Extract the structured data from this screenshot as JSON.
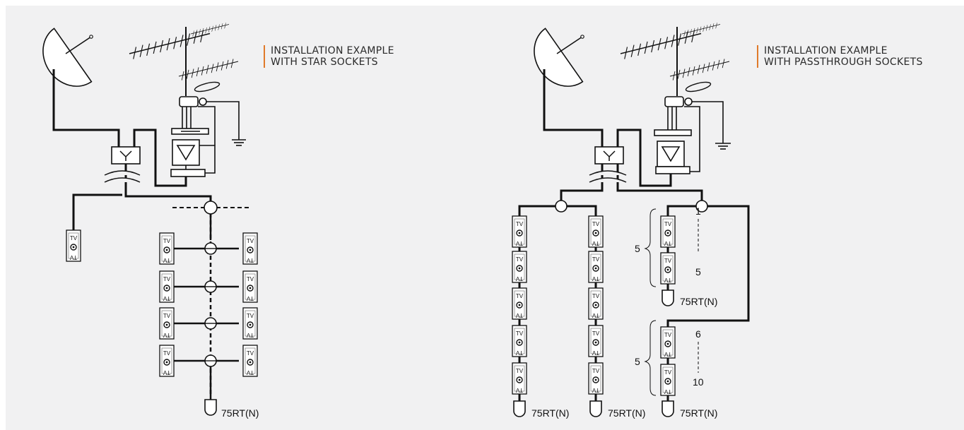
{
  "left_panel": {
    "title_line1": "INSTALLATION EXAMPLE",
    "title_line2": "WITH STAR SOCKETS",
    "terminator_label": "75RT(N)"
  },
  "right_panel": {
    "title_line1": "INSTALLATION EXAMPLE",
    "title_line2": "WITH PASSTHROUGH SOCKETS",
    "terminator_label_1": "75RT(N)",
    "terminator_label_2": "75RT(N)",
    "terminator_label_3": "75RT(N)",
    "terminator_label_4": "75RT(N)",
    "group1_count": "5",
    "group1_start": "1",
    "group1_end": "5",
    "group2_count": "5",
    "group2_start": "6",
    "group2_end": "10"
  },
  "socket_labels": {
    "tv": "TV"
  },
  "colors": {
    "accent": "#e07a2a",
    "line": "#111111",
    "background": "#f1f1f2"
  }
}
